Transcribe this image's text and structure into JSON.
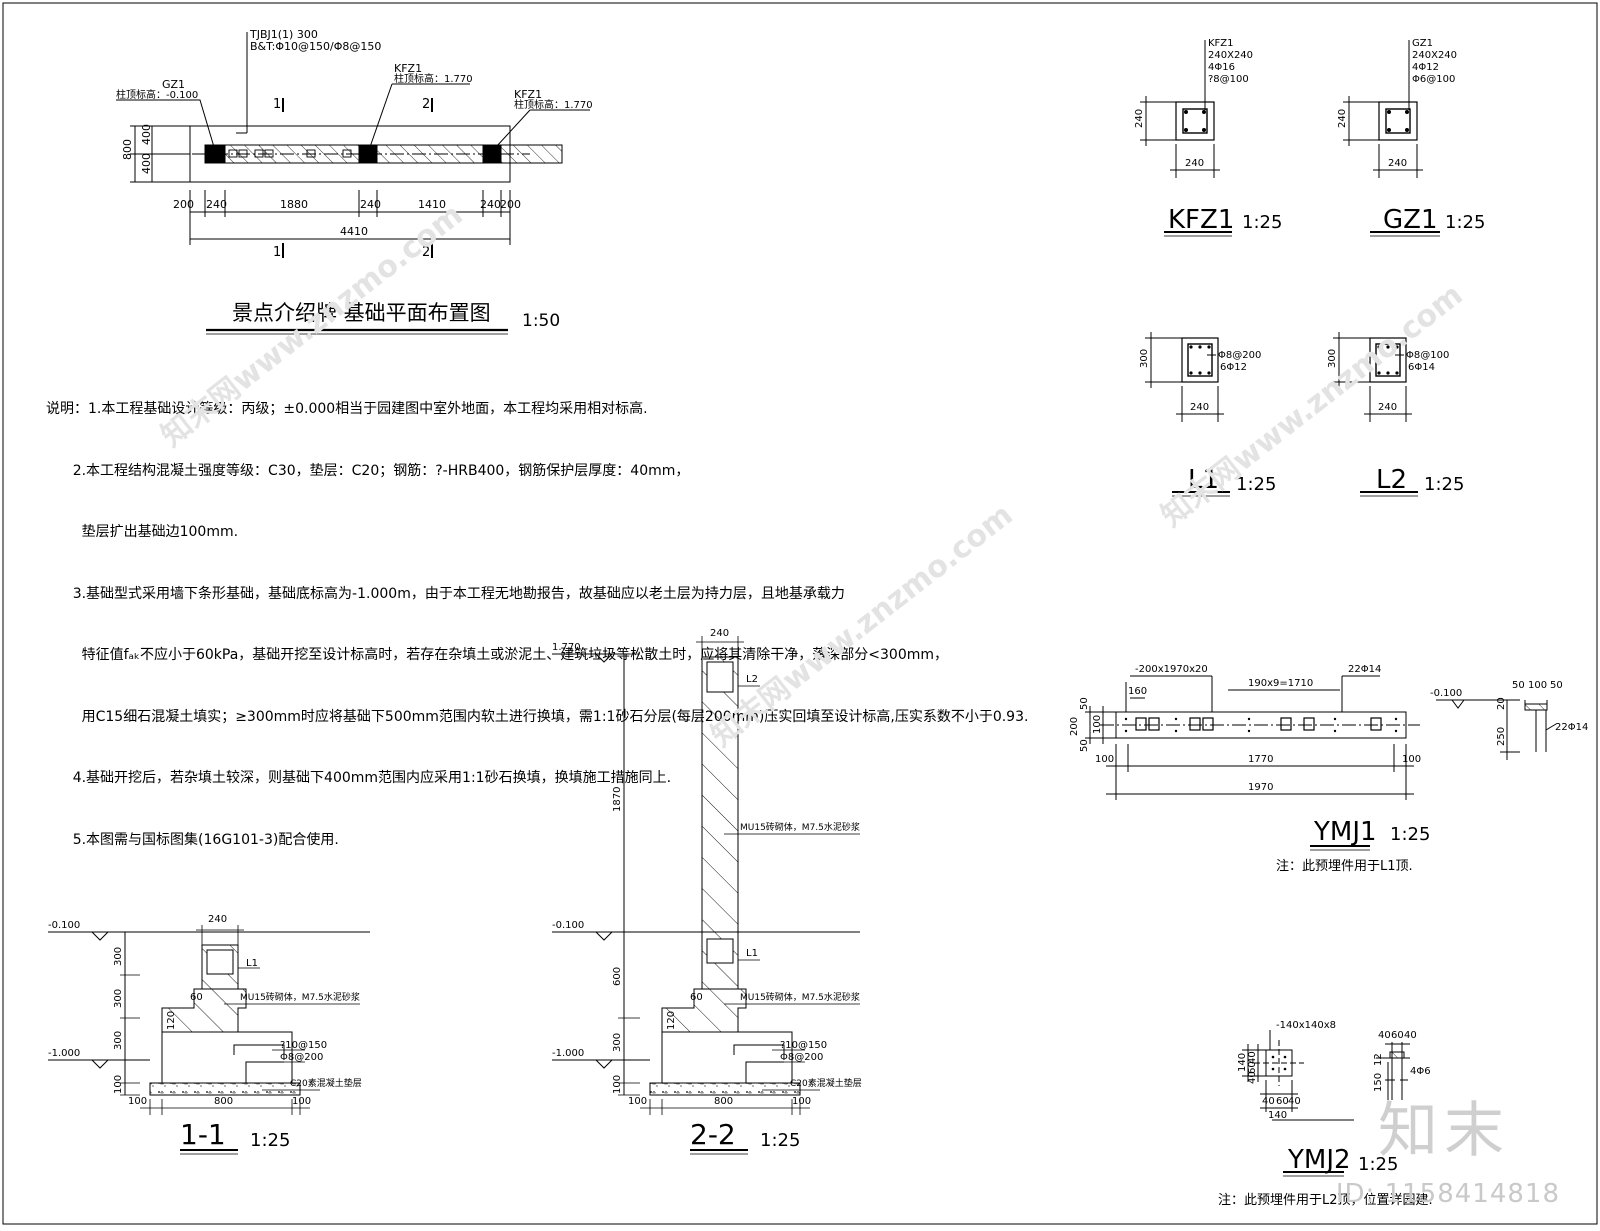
{
  "plan": {
    "title": "景点介绍牌 基础平面布置图",
    "scale": "1:50",
    "beam_label_1": "TJBJ1(1) 300",
    "beam_label_2": "B&T:Φ10@150/Φ8@150",
    "col_gz1": "GZ1",
    "col_gz1_elev": "柱顶标高：-0.100",
    "col_kfz1_a": "KFZ1",
    "col_kfz1_a_elev": "柱顶标高：1.770",
    "col_kfz1_b": "KFZ1",
    "col_kfz1_b_elev": "柱顶标高：1.770",
    "section_1": "1",
    "section_2": "2",
    "dim_800": "800",
    "dim_400a": "400",
    "dim_400b": "400",
    "dims_bottom": [
      "200",
      "240",
      "1880",
      "240",
      "1410",
      "240",
      "200"
    ],
    "dim_total": "4410"
  },
  "notes": [
    "说明：1.本工程基础设计等级：丙级；±0.000相当于园建图中室外地面，本工程均采用相对标高.",
    "      2.本工程结构混凝土强度等级：C30，垫层：C20；钢筋：?-HRB400，钢筋保护层厚度：40mm，",
    "        垫层扩出基础边100mm.",
    "      3.基础型式采用墙下条形基础，基础底标高为-1.000m，由于本工程无地勘报告，故基础应以老土层为持力层，且地基承载力",
    "        特征值fₐₖ不应小于60kPa，基础开挖至设计标高时，若存在杂填土或淤泥土、建筑垃圾等松散土时，应将其清除干净，落深部分<300mm，",
    "        用C15细石混凝土填实；≥300mm时应将基础下500mm范围内软土进行换填，需1:1砂石分层(每层200mm)压实回填至设计标高,压实系数不小于0.93.",
    "      4.基础开挖后，若杂填土较深，则基础下400mm范围内应采用1:1砂石换填，换填施工措施同上.",
    "      5.本图需与国标图集(16G101-3)配合使用."
  ],
  "kfz1": {
    "name": "KFZ1",
    "scale": "1:25",
    "lines": [
      "KFZ1",
      "240X240",
      "4Φ16",
      "?8@100"
    ],
    "dim_h": "240",
    "dim_w": "240"
  },
  "gz1": {
    "name": "GZ1",
    "scale": "1:25",
    "lines": [
      "GZ1",
      "240X240",
      "4Φ12",
      "Φ6@100"
    ],
    "dim_h": "240",
    "dim_w": "240"
  },
  "l1": {
    "name": "L1",
    "scale": "1:25",
    "stirrup": "Φ8@200",
    "bars": "6Φ12",
    "dim_h": "300",
    "dim_w": "240"
  },
  "l2": {
    "name": "L2",
    "scale": "1:25",
    "stirrup": "Φ8@100",
    "bars": "6Φ14",
    "dim_h": "300",
    "dim_w": "240"
  },
  "ymj1": {
    "name": "YMJ1",
    "scale": "1:25",
    "note": "注：此预埋件用于L1顶.",
    "plate": "-200x1970x20",
    "pitch": "190x9=1710",
    "bars": "22Φ14",
    "d160": "160",
    "d50a": "50",
    "d100": "100",
    "d50b": "50",
    "d200": "200",
    "d1770": "1770",
    "d100l": "100",
    "d100r": "100",
    "d1970": "1970",
    "elev": "-0.100",
    "s50a": "50",
    "s100": "100",
    "s50b": "50",
    "s20": "20",
    "s250": "250",
    "s_bars": "22Φ14"
  },
  "ymj2": {
    "name": "YMJ2",
    "scale": "1:25",
    "note": "注：此预埋件用于L2顶，位置详园建.",
    "plate": "-140x140x8",
    "d140l": "140",
    "d40a": "40",
    "d60": "60",
    "d40b": "40",
    "b40a": "40",
    "b60": "60",
    "b40b": "40",
    "b140": "140",
    "s40a": "40",
    "s60": "60",
    "s40b": "40",
    "s150": "150",
    "s12": "12",
    "s_bars": "4Φ6"
  },
  "sec1": {
    "name": "1-1",
    "scale": "1:25",
    "elev_top": "-0.100",
    "elev_bot": "-1.000",
    "dim_240": "240",
    "l": "L1",
    "masonry": "MU15砖砌体，M7.5水泥砂浆",
    "d60": "60",
    "d120": "120",
    "bar1": "?10@150",
    "bar2": "Φ8@200",
    "pad": "C20素混凝土垫层",
    "h300a": "300",
    "h300b": "300",
    "h300c": "300",
    "h100": "100",
    "w100l": "100",
    "w800": "800",
    "w100r": "100"
  },
  "sec2": {
    "name": "2-2",
    "scale": "1:25",
    "elev_top": "1.770",
    "elev_mid": "-0.100",
    "elev_bot": "-1.000",
    "dim_240": "240",
    "l2": "L2",
    "l1": "L1",
    "masonry_a": "MU15砖砌体，M7.5水泥砂浆",
    "masonry_b": "MU15砖砌体，M7.5水泥砂浆",
    "d60": "60",
    "d120": "120",
    "bar1": "?10@150",
    "bar2": "Φ8@200",
    "pad": "C20素混凝土垫层",
    "h1870": "1870",
    "h600": "600",
    "h300": "300",
    "h100": "100",
    "w100l": "100",
    "w800": "800",
    "w100r": "100"
  },
  "watermark": {
    "logo": "知末",
    "id": "ID: 1158414818",
    "site": "知末网www.znzmo.com"
  }
}
